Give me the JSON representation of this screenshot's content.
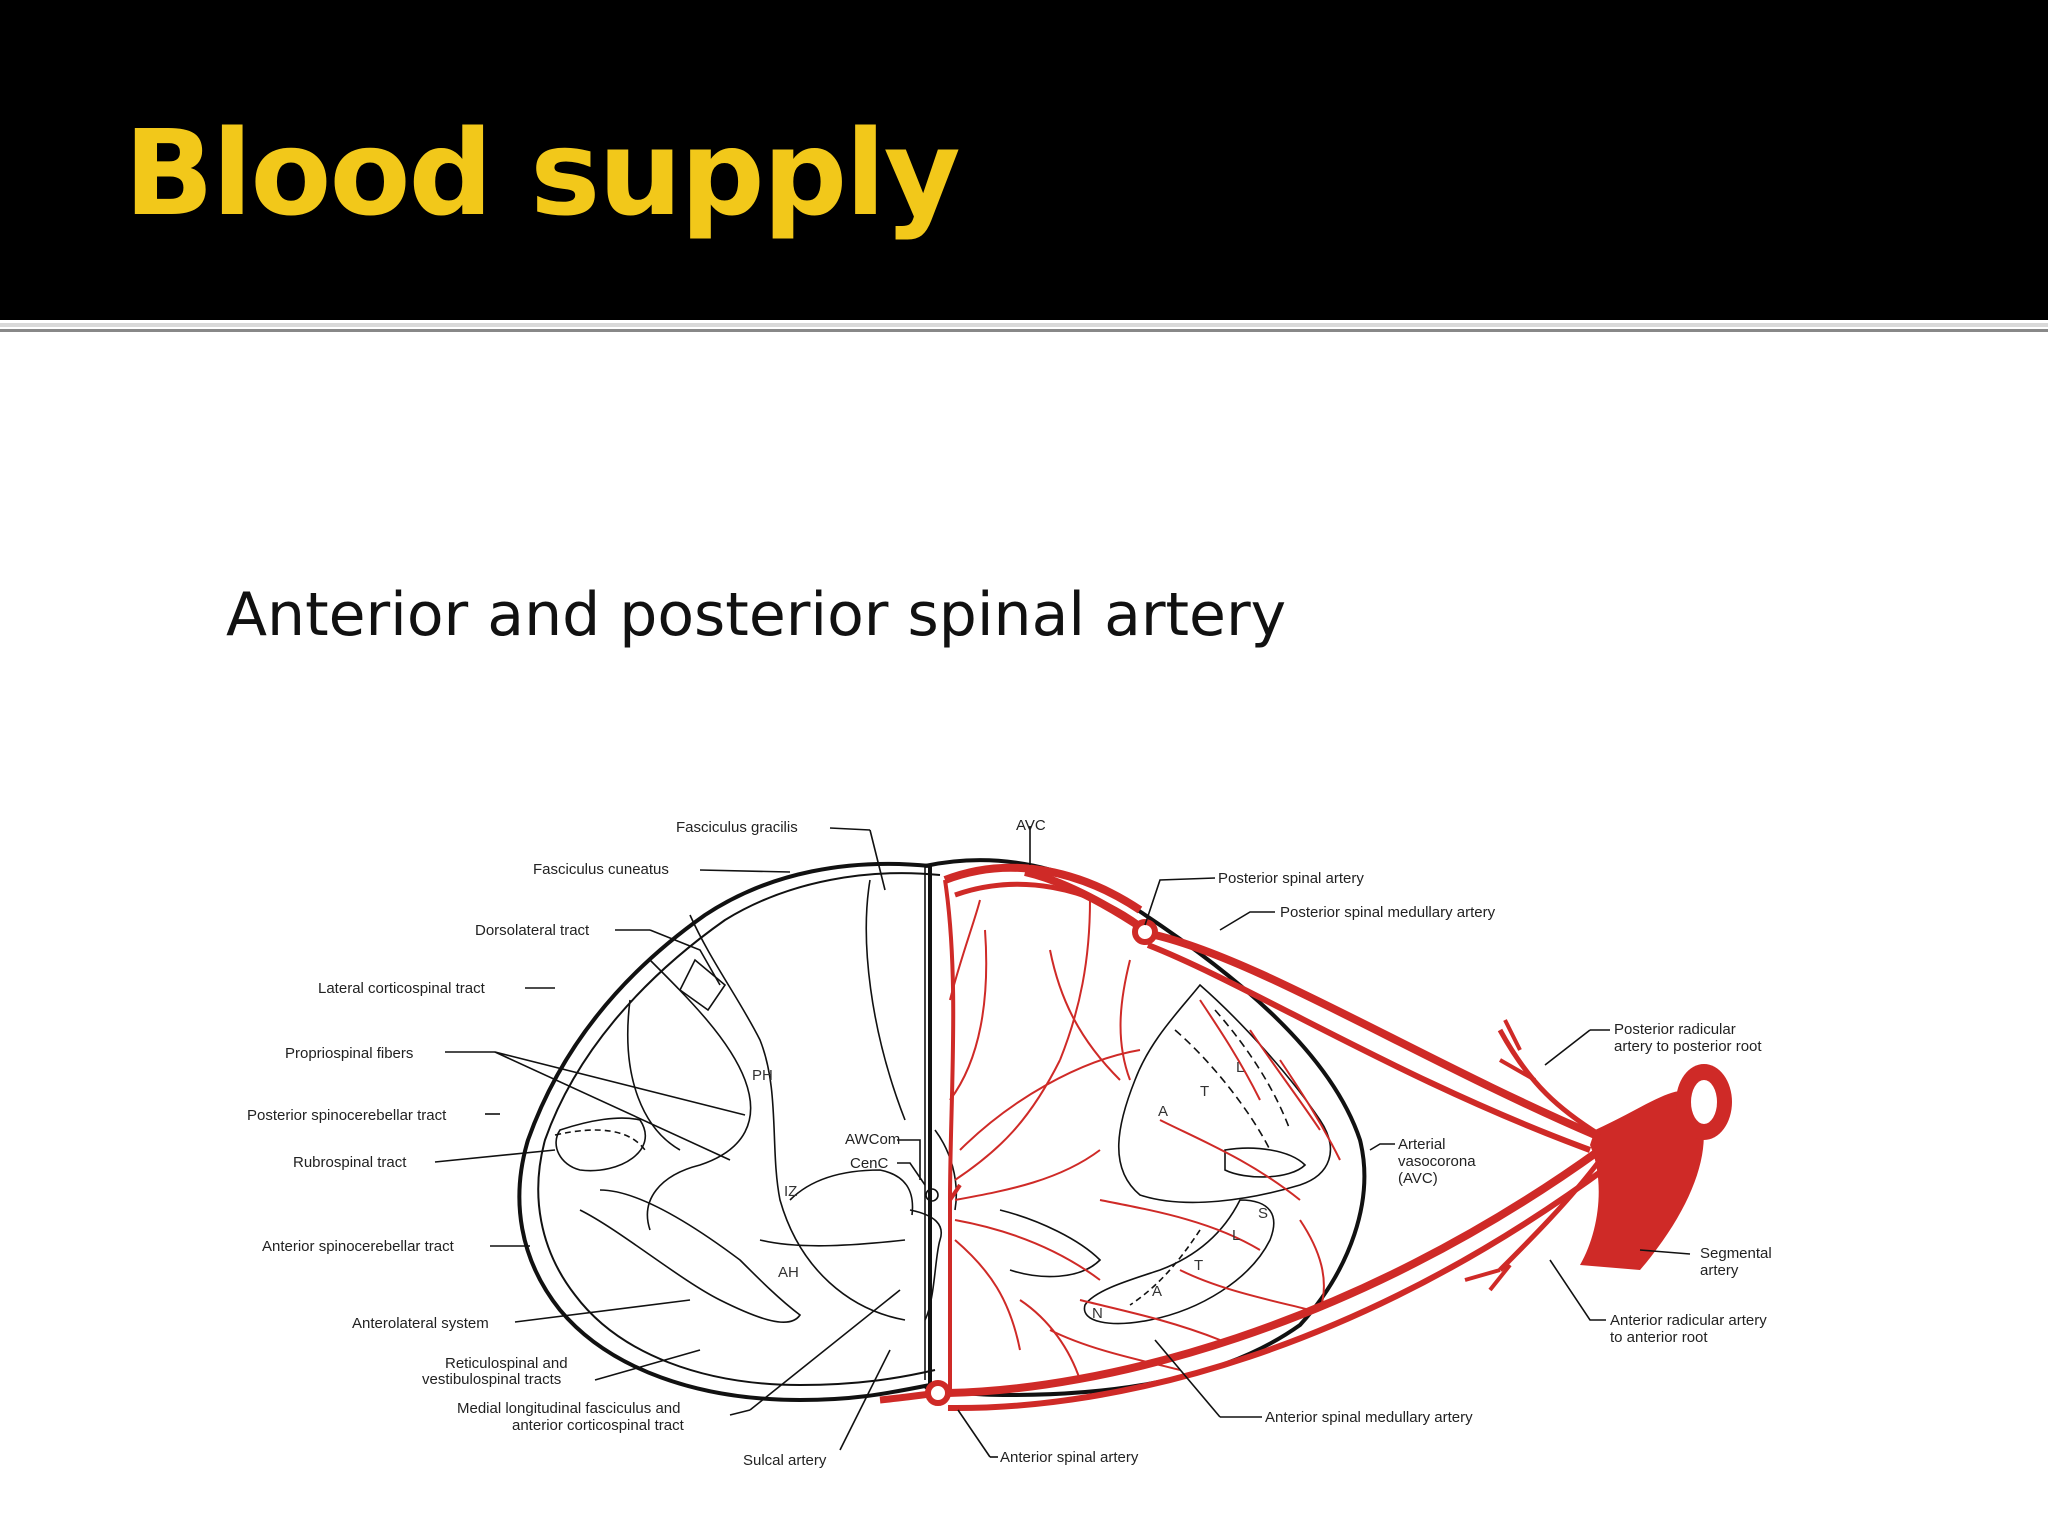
{
  "slide": {
    "title": "Blood supply",
    "subtitle": "Anterior and posterior spinal artery"
  },
  "colors": {
    "title_bar": "#000000",
    "title_text": "#f2c81a",
    "artery_red": "#cf2a27",
    "background": "#ffffff"
  },
  "diagram": {
    "left_labels": [
      "Fasciculus gracilis",
      "Fasciculus cuneatus",
      "Dorsolateral tract",
      "Lateral corticospinal tract",
      "Propriospinal fibers",
      "Posterior spinocerebellar tract",
      "Rubrospinal tract",
      "Anterior spinocerebellar tract",
      "Anterolateral system",
      "Reticulospinal and",
      "vestibulospinal tracts",
      "Medial longitudinal fasciculus and",
      "anterior corticospinal tract"
    ],
    "bottom_labels": [
      "Sulcal artery",
      "Anterior spinal artery",
      "Anterior spinal medullary artery"
    ],
    "top_labels": [
      "AVC",
      "Posterior spinal artery",
      "Posterior spinal medullary artery"
    ],
    "right_labels": {
      "posterior_radicular": [
        "Posterior radicular",
        "artery to posterior root"
      ],
      "arterial_vasocorona": [
        "Arterial",
        "vasocorona",
        "(AVC)"
      ],
      "segmental": [
        "Segmental",
        "artery"
      ],
      "anterior_radicular": [
        "Anterior radicular artery",
        "to anterior root"
      ]
    },
    "center_labels": [
      "AWCom",
      "CenC"
    ],
    "zone_labels": {
      "ph": "PH",
      "iz": "IZ",
      "ah": "AH",
      "l1": "L",
      "t1": "T",
      "a1": "A",
      "s": "S",
      "l2": "L",
      "t2": "T",
      "a2": "A",
      "n": "N"
    }
  }
}
